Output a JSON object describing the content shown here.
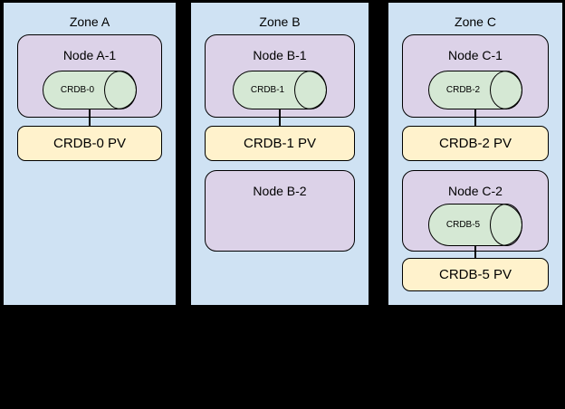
{
  "colors": {
    "page_bg": "#000000",
    "zone_fill": "#cfe2f3",
    "node_fill": "#dcd2e8",
    "cylinder_fill": "#d5e8d4",
    "pv_fill": "#fff2cc",
    "border": "#000000"
  },
  "zones": [
    {
      "title": "Zone A",
      "nodes": [
        {
          "title": "Node A-1",
          "cylinder_label": "CRDB-0",
          "pv_label": "CRDB-0 PV"
        }
      ]
    },
    {
      "title": "Zone B",
      "nodes": [
        {
          "title": "Node B-1",
          "cylinder_label": "CRDB-1",
          "pv_label": "CRDB-1 PV"
        },
        {
          "title": "Node B-2"
        }
      ]
    },
    {
      "title": "Zone C",
      "nodes": [
        {
          "title": "Node C-1",
          "cylinder_label": "CRDB-2",
          "pv_label": "CRDB-2 PV"
        },
        {
          "title": "Node C-2",
          "cylinder_label": "CRDB-5",
          "pv_label": "CRDB-5 PV"
        }
      ]
    }
  ]
}
